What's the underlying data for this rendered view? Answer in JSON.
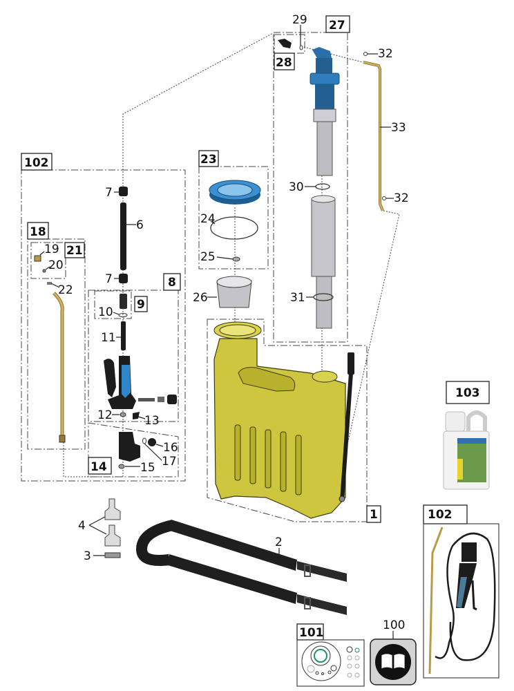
{
  "title": "Backpack sprayer exploded parts diagram",
  "colors": {
    "tank": "#c9c23a",
    "tank_dark": "#8f8a1c",
    "pump_blue": "#2a6fa8",
    "lance_brass": "#b99a45",
    "black_part": "#1c1c1c",
    "grey_part": "#b8b8b8",
    "seal_green": "#1f8f6a"
  },
  "assembly_boxes": [
    {
      "id": "1",
      "label": "1",
      "description": "tank assembly"
    },
    {
      "id": "8",
      "label": "8",
      "description": "handle/trigger assembly"
    },
    {
      "id": "9",
      "label": "9",
      "description": "connector"
    },
    {
      "id": "14",
      "label": "14",
      "description": "filter housing"
    },
    {
      "id": "18",
      "label": "18",
      "description": "lance assembly"
    },
    {
      "id": "21",
      "label": "21",
      "description": "nozzle"
    },
    {
      "id": "23",
      "label": "23",
      "description": "filler cap assembly"
    },
    {
      "id": "27",
      "label": "27",
      "description": "pump assembly"
    },
    {
      "id": "28",
      "label": "28",
      "description": "hose connector"
    },
    {
      "id": "102-left",
      "label": "102",
      "description": "hose and lance kit"
    },
    {
      "id": "102-right",
      "label": "102",
      "description": "hose and lance kit (photo)"
    },
    {
      "id": "103",
      "label": "103",
      "description": "cleaning liquid bottle"
    },
    {
      "id": "101",
      "label": "101",
      "description": "seal kit"
    }
  ],
  "callouts": [
    "2",
    "3",
    "4",
    "6",
    "7",
    "7",
    "10",
    "11",
    "12",
    "13",
    "15",
    "16",
    "17",
    "19",
    "20",
    "22",
    "24",
    "25",
    "26",
    "29",
    "30",
    "31",
    "32",
    "32",
    "33",
    "100"
  ],
  "labels": {
    "n1": "1",
    "n2": "2",
    "n3": "3",
    "n4": "4",
    "n6": "6",
    "n7a": "7",
    "n7b": "7",
    "n8": "8",
    "n9": "9",
    "n10": "10",
    "n11": "11",
    "n12": "12",
    "n13": "13",
    "n14": "14",
    "n15": "15",
    "n16": "16",
    "n17": "17",
    "n18": "18",
    "n19": "19",
    "n20": "20",
    "n21": "21",
    "n22": "22",
    "n23": "23",
    "n24": "24",
    "n25": "25",
    "n26": "26",
    "n27": "27",
    "n28": "28",
    "n29": "29",
    "n30": "30",
    "n31": "31",
    "n32a": "32",
    "n32b": "32",
    "n33": "33",
    "n100": "100",
    "n101": "101",
    "n102a": "102",
    "n102b": "102",
    "n103": "103"
  }
}
